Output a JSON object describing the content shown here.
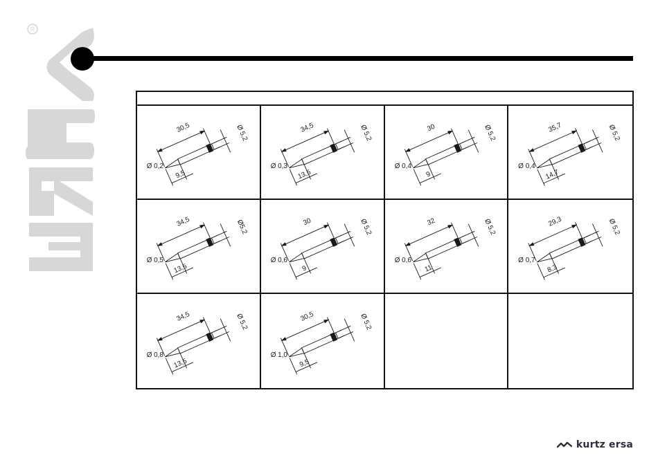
{
  "brand": {
    "logo_text": "ERSA",
    "footer_text": "kurtz ersa",
    "logo_color": "#d7d7d7",
    "footer_color": "#2b2f39"
  },
  "tips": [
    {
      "length": "30,5",
      "diameter": "Ø 5,2",
      "tip": "Ø 0,2",
      "taper": "9,5"
    },
    {
      "length": "34,5",
      "diameter": "Ø 5,2",
      "tip": "Ø 0,3",
      "taper": "13,5"
    },
    {
      "length": "30",
      "diameter": "Ø 5,2",
      "tip": "Ø 0,4",
      "taper": "9"
    },
    {
      "length": "35,7",
      "diameter": "Ø 5,2",
      "tip": "Ø 0,4",
      "taper": "14,7"
    },
    {
      "length": "34,5",
      "diameter": "Ø5,2",
      "tip": "Ø 0,5",
      "taper": "13,5"
    },
    {
      "length": "30",
      "diameter": "Ø 5,2",
      "tip": "Ø 0,6",
      "taper": "9"
    },
    {
      "length": "32",
      "diameter": "Ø 5,2",
      "tip": "Ø 0,6",
      "taper": "11"
    },
    {
      "length": "29,3",
      "diameter": "Ø 5,2",
      "tip": "Ø 0,7",
      "taper": "8,3"
    },
    {
      "length": "34,5",
      "diameter": "Ø 5,2",
      "tip": "Ø 0,8",
      "taper": "13,5"
    },
    {
      "length": "30,5",
      "diameter": "Ø 5,2",
      "tip": "Ø 1,0",
      "taper": "9,5"
    },
    null,
    null
  ]
}
